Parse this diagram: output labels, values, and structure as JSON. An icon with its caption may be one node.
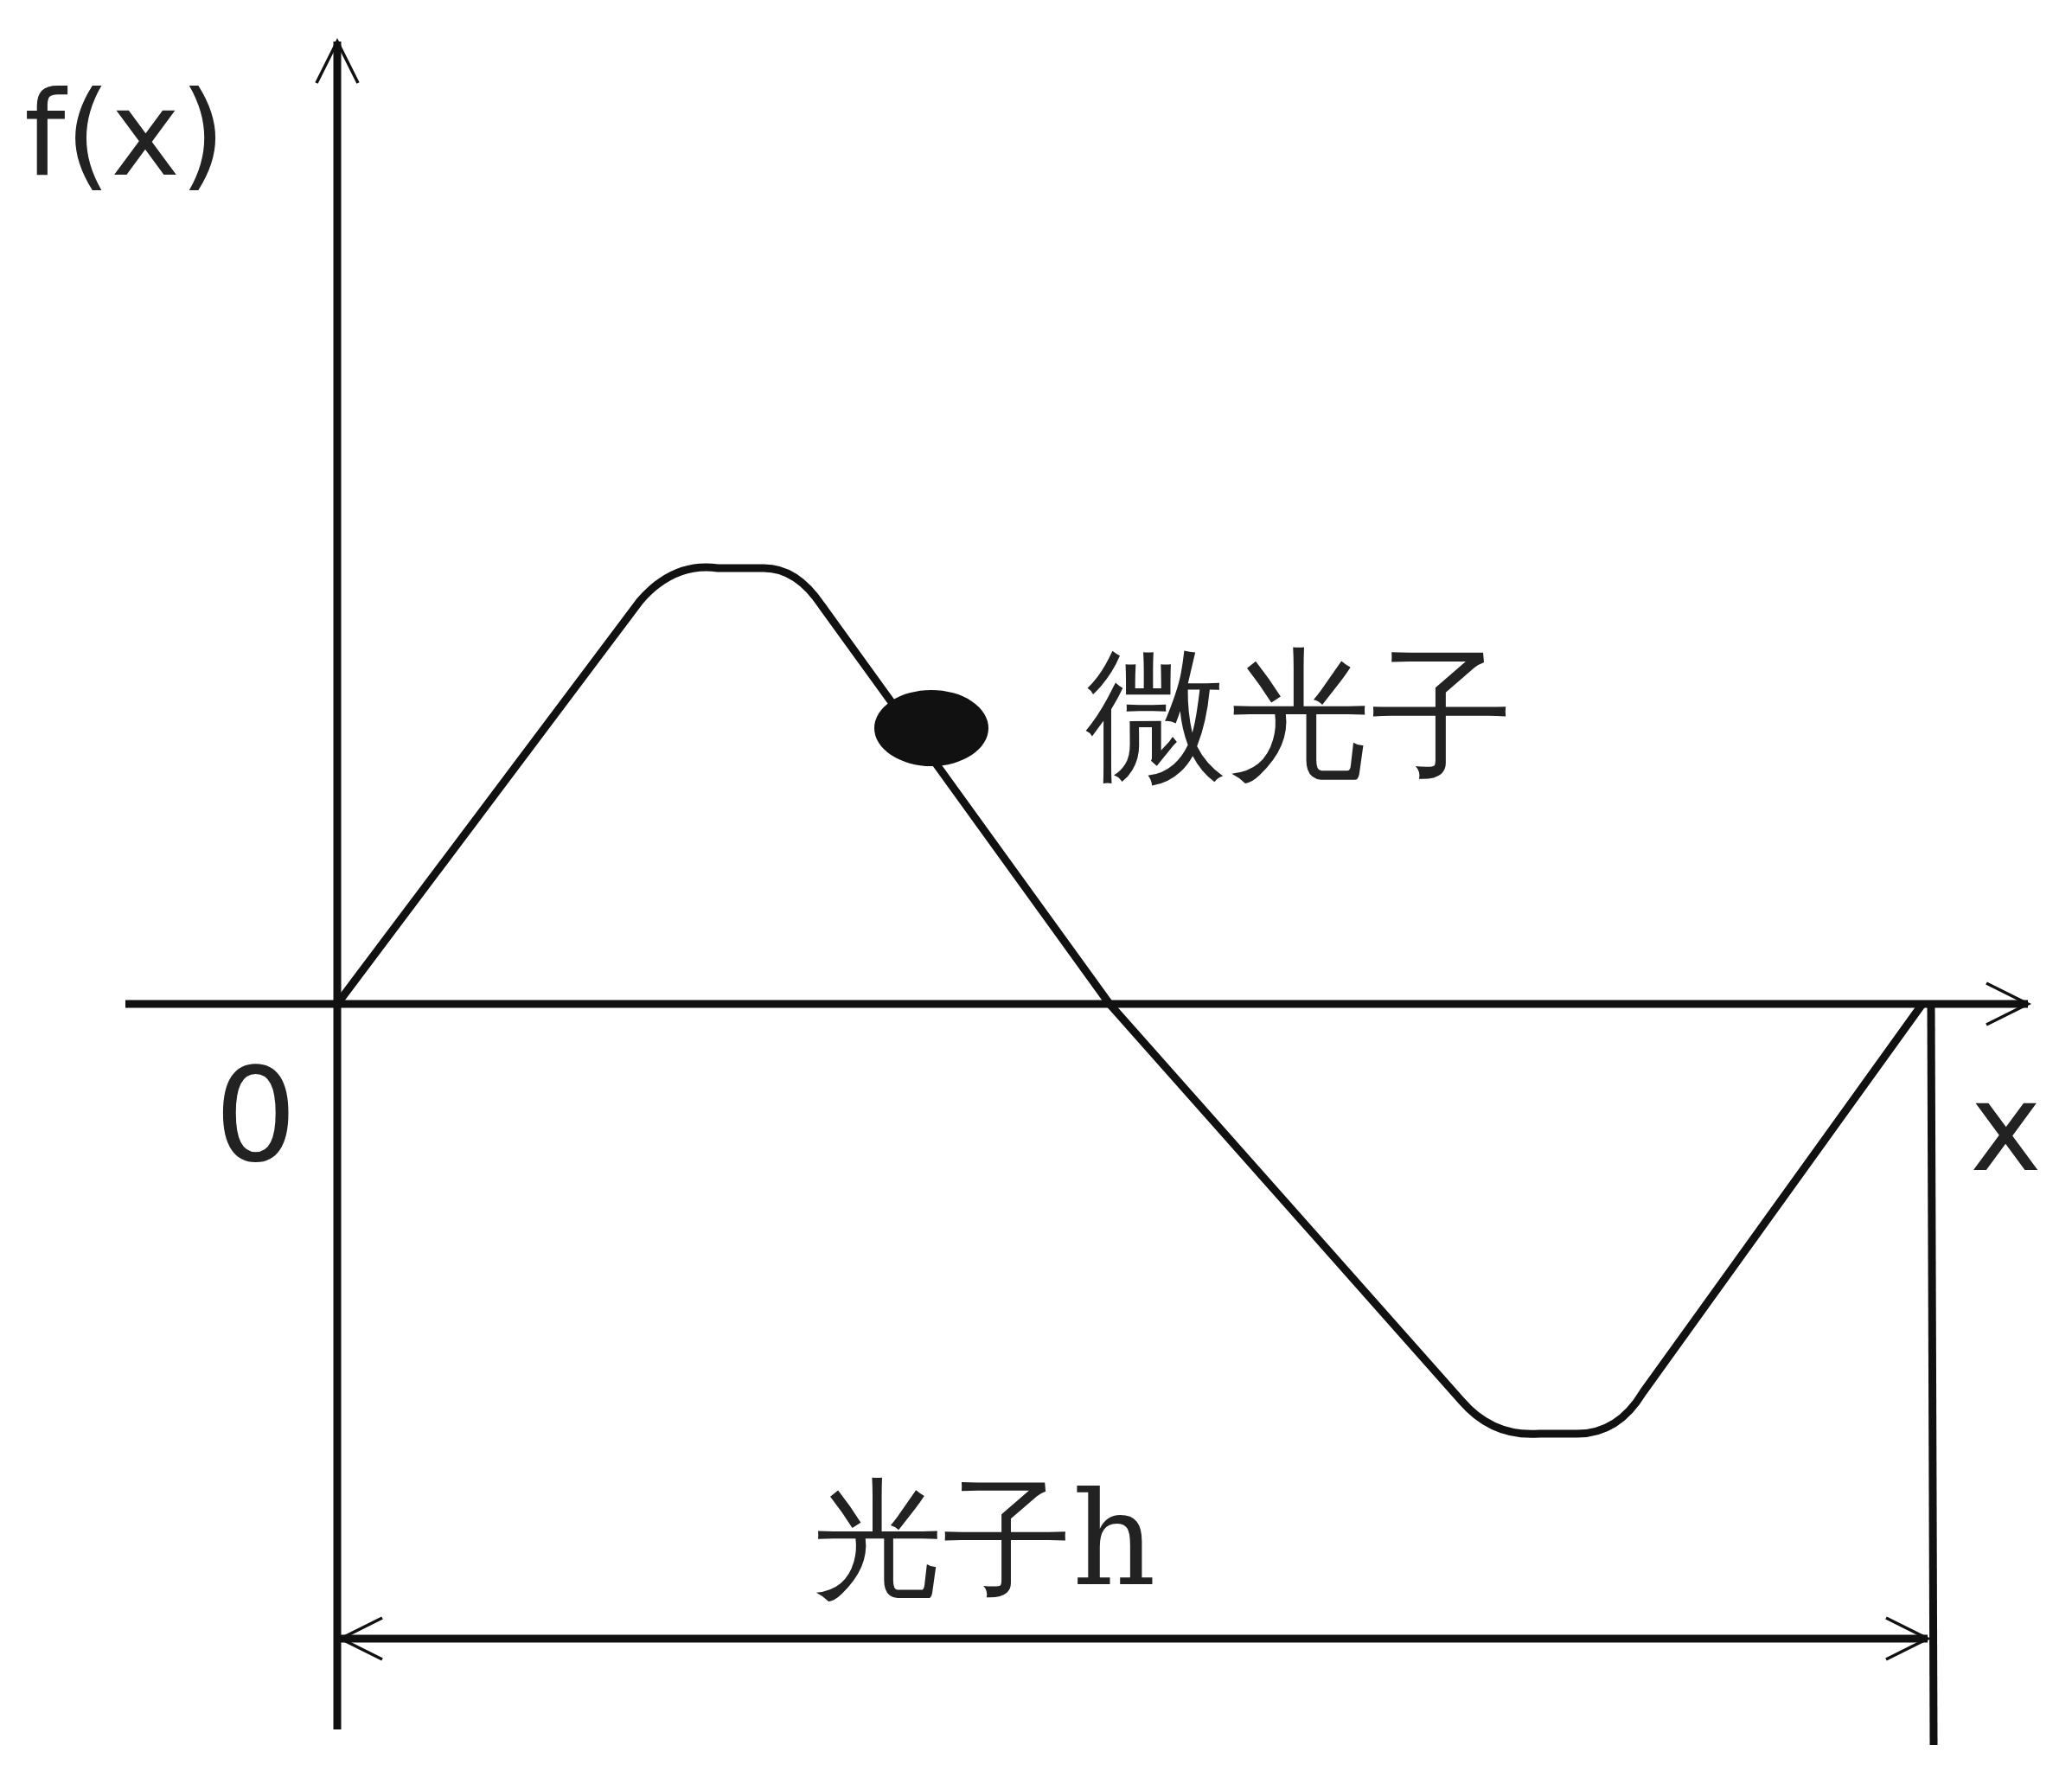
{
  "diagram": {
    "labels": [
      "f(x)",
      "微光子",
      "0",
      "x",
      "光子h"
    ]
  }
}
